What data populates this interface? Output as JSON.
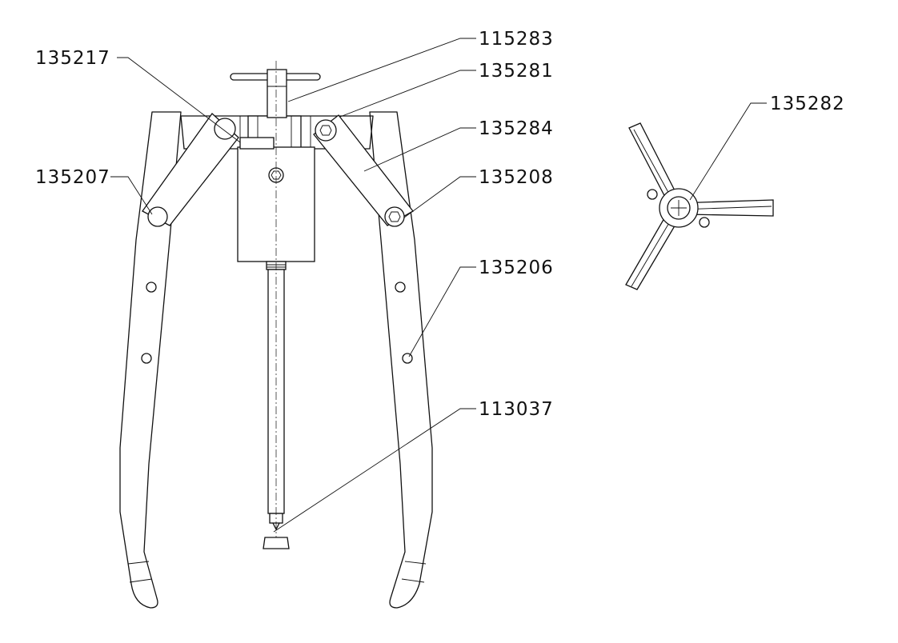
{
  "drawing": {
    "labels": {
      "p115283": "115283",
      "p135217": "135217",
      "p135281": "135281",
      "p135284": "135284",
      "p135207": "135207",
      "p135208": "135208",
      "p135206": "135206",
      "p113037": "113037",
      "p135282": "135282"
    }
  }
}
